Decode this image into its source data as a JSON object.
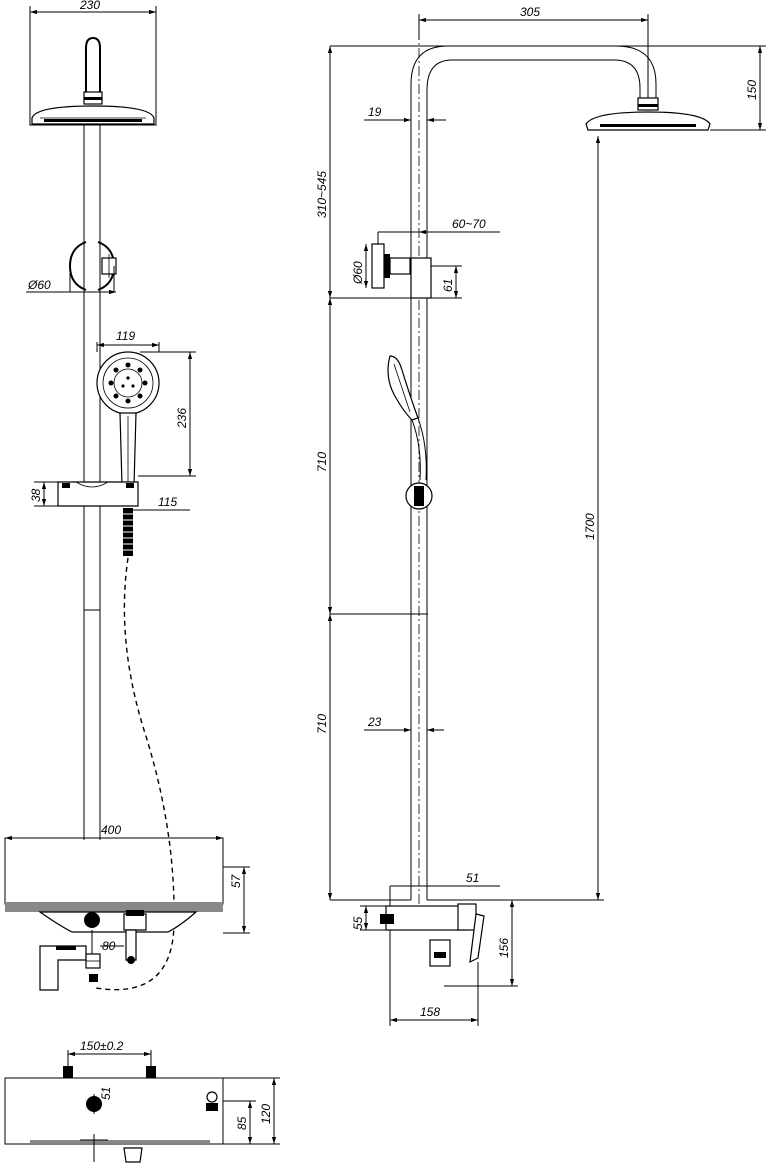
{
  "colors": {
    "line": "#000000",
    "background": "#ffffff"
  },
  "left_view": {
    "shower_head_width": "230",
    "holder_diameter": "Ø60",
    "hand_shower_width": "119",
    "hand_shower_height": "236",
    "slider_height": "38",
    "slider_offset": "115",
    "shelf_width": "400",
    "shelf_height": "57",
    "spout_width": "80"
  },
  "right_view": {
    "arm_reach": "305",
    "head_drop": "150",
    "pipe_diameter_upper": "19",
    "adjust_range": "310~545",
    "holder_offset": "60~70",
    "holder_diameter": "Ø60",
    "holder_height": "61",
    "upper_section": "710",
    "lower_section": "710",
    "pipe_diameter_lower": "23",
    "total_height": "1700",
    "connector_width": "51",
    "connector_height": "55",
    "body_height": "156",
    "body_depth": "158"
  },
  "bottom_view": {
    "center_distance": "150±0.2",
    "inlet_diameter": "51",
    "body_height": "85",
    "total_height": "120"
  }
}
